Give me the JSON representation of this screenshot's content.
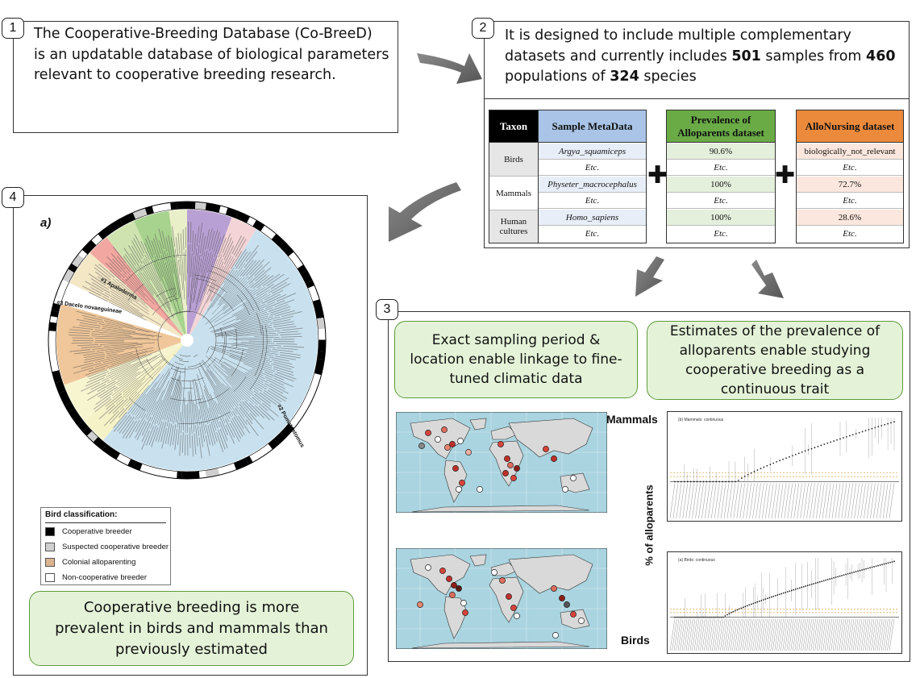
{
  "panel1": {
    "num": "1",
    "lines": [
      "The Cooperative-Breeding Database (Co-BreeD)",
      "is an updatable database of biological parameters",
      "relevant to cooperative breeding research."
    ]
  },
  "panel2": {
    "num": "2",
    "line1": "It is designed to include multiple complementary",
    "line2a": "datasets and currently includes ",
    "samples": "501",
    "line2b": " samples from ",
    "populations": "460",
    "line3a": "populations of ",
    "species": "324",
    "line3b": " species"
  },
  "tables": {
    "taxon": {
      "header": "Taxon",
      "rows": [
        "Birds",
        "Mammals",
        "Human cultures"
      ]
    },
    "metadata": {
      "header": "Sample MetaData",
      "cells": [
        "Argya_squamiceps",
        "Etc.",
        "Physeter_macrocephalus",
        "Etc.",
        "Homo_sapiens",
        "Etc."
      ]
    },
    "prevalence": {
      "header": "Prevalence of Alloparents dataset",
      "cells": [
        "90.6%",
        "Etc.",
        "100%",
        "Etc.",
        "100%",
        "Etc."
      ]
    },
    "allonursing": {
      "header": "AlloNursing dataset",
      "cells": [
        "biologically_not_relevant",
        "Etc.",
        "72.7%",
        "Etc.",
        "28.6%",
        "Etc."
      ]
    },
    "plus": "✚"
  },
  "panel3": {
    "num": "3",
    "callout_left": "Exact sampling period & location enable linkage to fine-tuned climatic data",
    "callout_right": "Estimates of the prevalence of alloparents enable studying cooperative breeding as a continuous trait",
    "label_mammals": "Mammals",
    "label_birds": "Birds",
    "y_axis": "% of alloparents",
    "chart_mammals_title": "(b) Mammals: continuous",
    "chart_birds_title": "(a) Birds: continuous"
  },
  "panel4": {
    "num": "4",
    "tag": "a)",
    "legend_title": "Bird classification:",
    "legend_items": [
      {
        "label": "Cooperative breeder",
        "color": "#000000"
      },
      {
        "label": "Suspected cooperative breeder",
        "color": "#cfcfcf"
      },
      {
        "label": "Colonial alloparenting",
        "color": "#d9b48f"
      },
      {
        "label": "Non-cooperative breeder",
        "color": "#ffffff"
      }
    ],
    "callout": "Cooperative breeding is more prevalent in birds and mammals than previously estimated",
    "clade_label_1": "#1 Apaloderma",
    "clade_label_2": "#3 Dacelo novaeguineae",
    "clade_label_3": "#2 Pomatostomus"
  },
  "colors": {
    "callout_fill": "#e4f3d8",
    "callout_border": "#5f9b3c",
    "ocean": "#a9d4e0",
    "land": "#d9d9d9",
    "arrow": "#666666",
    "metadata_header": "#a9c4e6",
    "prevalence_header": "#6aab46",
    "allonursing_header": "#ec8a3c"
  }
}
